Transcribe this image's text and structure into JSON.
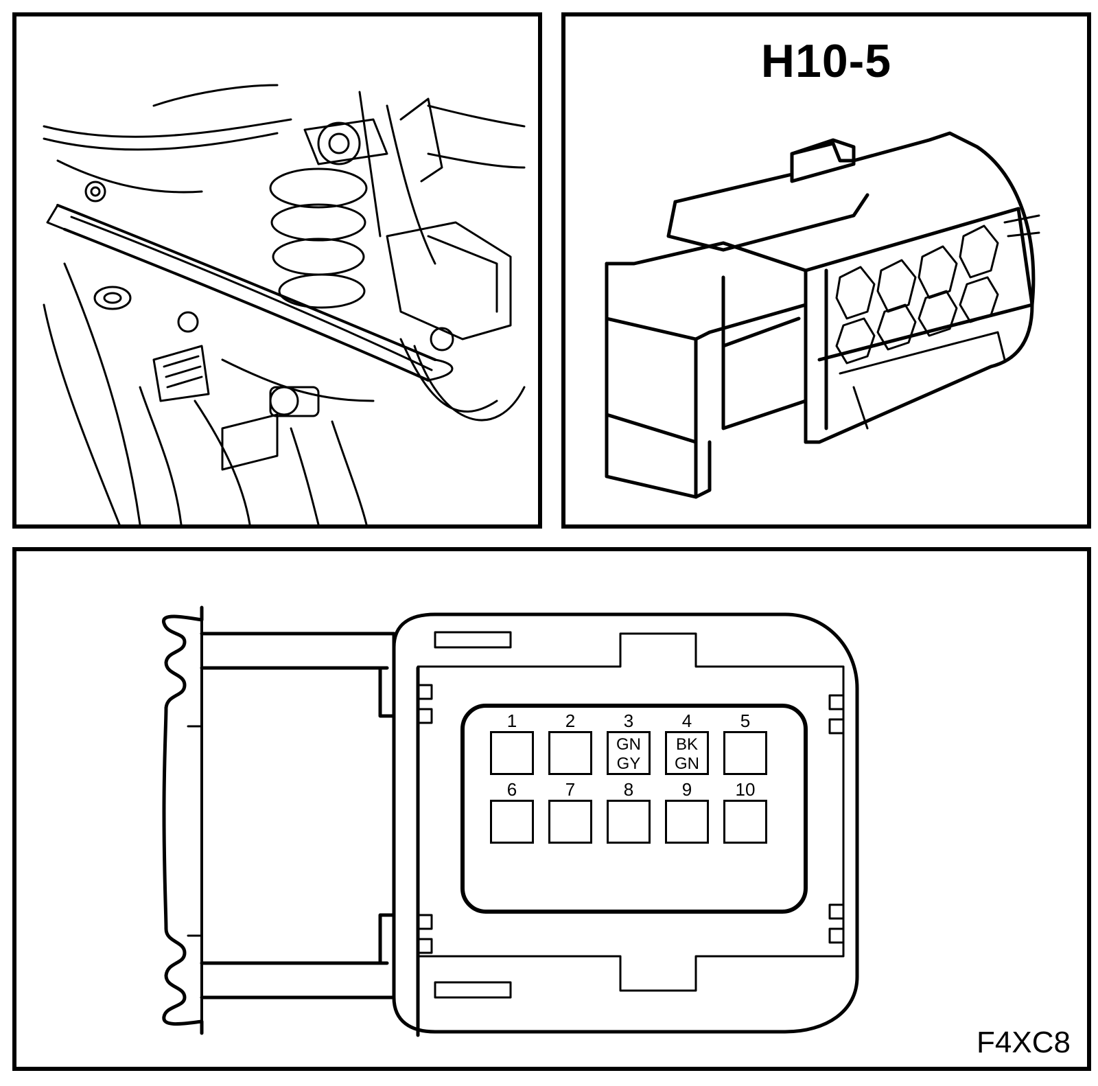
{
  "connector": {
    "title": "H10-5"
  },
  "figure": {
    "code": "F4XC8"
  },
  "pins": [
    {
      "num": "1",
      "wire1": "",
      "wire2": ""
    },
    {
      "num": "2",
      "wire1": "",
      "wire2": ""
    },
    {
      "num": "3",
      "wire1": "GN",
      "wire2": "GY"
    },
    {
      "num": "4",
      "wire1": "BK",
      "wire2": "GN"
    },
    {
      "num": "5",
      "wire1": "",
      "wire2": ""
    },
    {
      "num": "6",
      "wire1": "",
      "wire2": ""
    },
    {
      "num": "7",
      "wire1": "",
      "wire2": ""
    },
    {
      "num": "8",
      "wire1": "",
      "wire2": ""
    },
    {
      "num": "9",
      "wire1": "",
      "wire2": ""
    },
    {
      "num": "10",
      "wire1": "",
      "wire2": ""
    }
  ]
}
